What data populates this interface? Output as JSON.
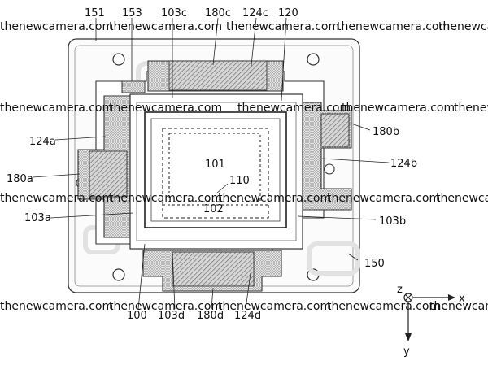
{
  "labels": {
    "l151": "151",
    "l153": "153",
    "l103c": "103c",
    "l180c": "180c",
    "l124c": "124c",
    "l120": "120",
    "l124a": "124a",
    "l180b": "180b",
    "l101": "101",
    "l110": "110",
    "l124b": "124b",
    "l180a": "180a",
    "l102": "102",
    "l103a": "103a",
    "l103b": "103b",
    "l150": "150",
    "l100": "100",
    "l103d": "103d",
    "l180d": "180d",
    "l124d": "124d",
    "axis_z": "z",
    "axis_x": "x",
    "axis_y": "y"
  },
  "watermark": "thenewcamera.com",
  "colors": {
    "line": "#222222",
    "hatch": "#8c8c8c",
    "background": "#ffffff"
  }
}
